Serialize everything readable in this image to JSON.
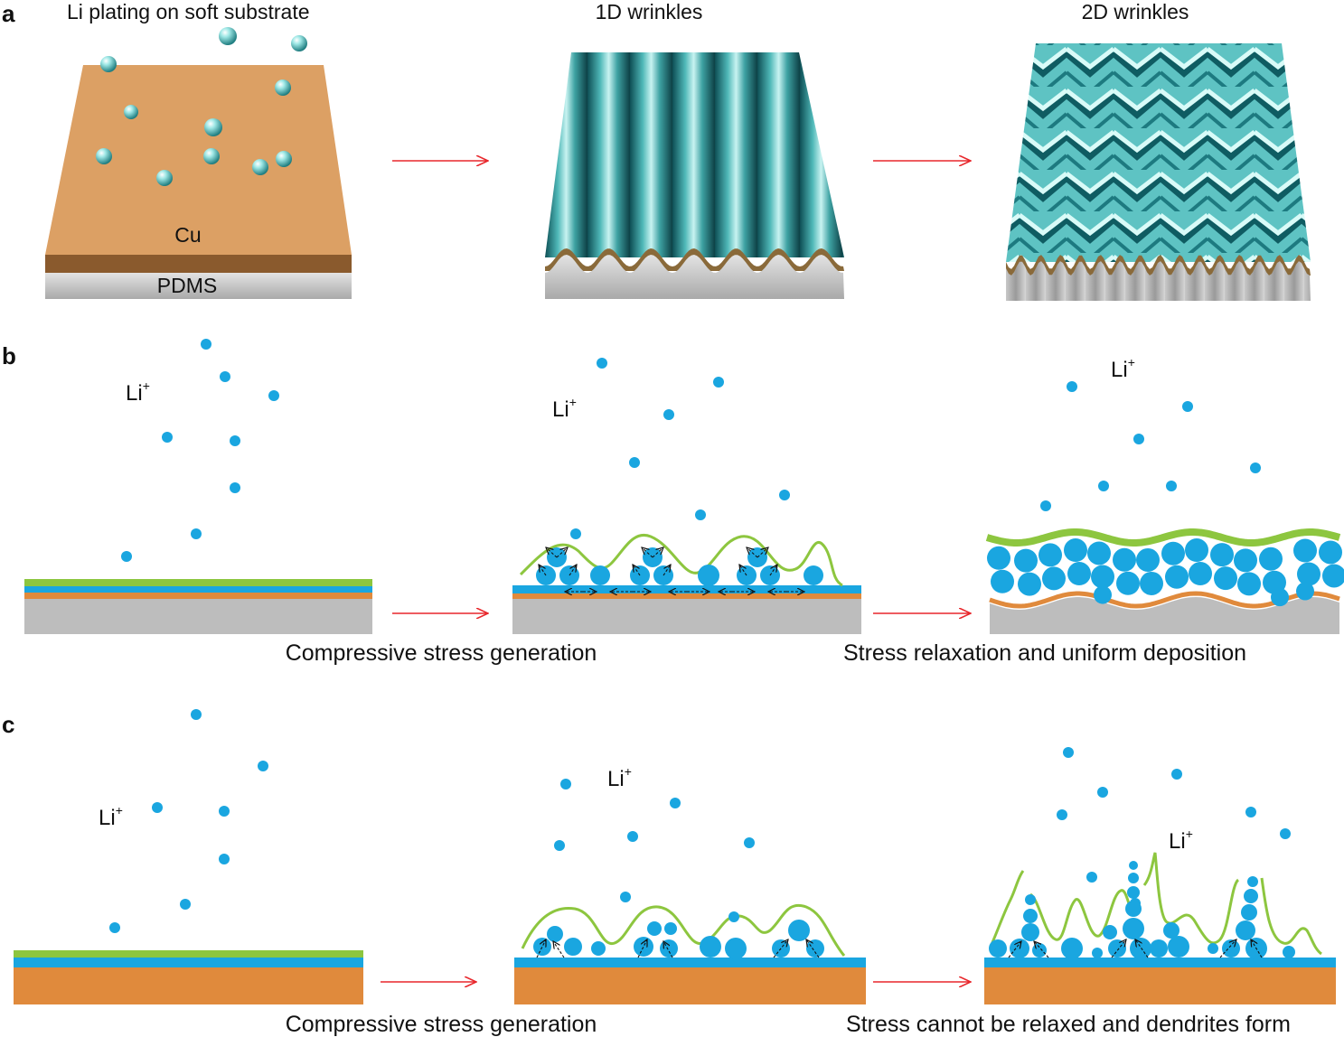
{
  "panel_a": {
    "letter": "a",
    "titles": [
      "Li plating on soft substrate",
      "1D wrinkles",
      "2D wrinkles"
    ],
    "cu_label": "Cu",
    "pdms_label": "PDMS"
  },
  "panel_b": {
    "letter": "b",
    "ion_label": "Li",
    "ion_charge": "+",
    "caption_1": "Compressive stress generation",
    "caption_2": "Stress relaxation and uniform deposition"
  },
  "panel_c": {
    "letter": "c",
    "ion_label": "Li",
    "ion_charge": "+",
    "caption_1": "Compressive stress generation",
    "caption_2": "Stress cannot be relaxed and dendrites form"
  },
  "colors": {
    "copper": "#e08a3c",
    "copper_3d": "#dca064",
    "substrate": "#bdbdbd",
    "lithium": "#1aa6e0",
    "sei": "#8dc63f",
    "arrow": "#e8262b",
    "wrinkle": "#3fa8a8"
  }
}
